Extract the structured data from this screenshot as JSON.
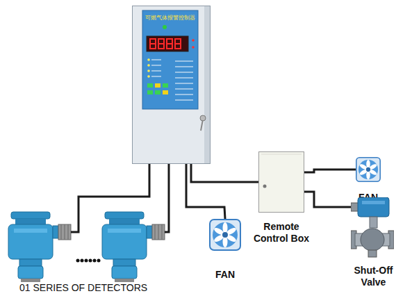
{
  "diagram": {
    "nodes": [
      {
        "text": [
          "可燃气体报警控制器"
        ]
      },
      {
        "text": [
          "01 SERIES OF DETECTORS"
        ]
      },
      {
        "text": [
          "FAN"
        ]
      },
      {
        "text": [
          "Remote Control Box"
        ]
      },
      {
        "text": [
          "FAN"
        ]
      },
      {
        "text": [
          "Shut-Off Valve"
        ]
      }
    ],
    "edges": [
      {
        "from": 0,
        "to": 1,
        "arrow": "none"
      },
      {
        "from": 0,
        "to": 1,
        "arrow": "none"
      },
      {
        "from": 0,
        "to": 2,
        "arrow": "none"
      },
      {
        "from": 0,
        "to": 3,
        "arrow": "none"
      },
      {
        "from": 3,
        "to": 4,
        "arrow": "none"
      },
      {
        "from": 3,
        "to": 5,
        "arrow": "none"
      }
    ]
  }
}
